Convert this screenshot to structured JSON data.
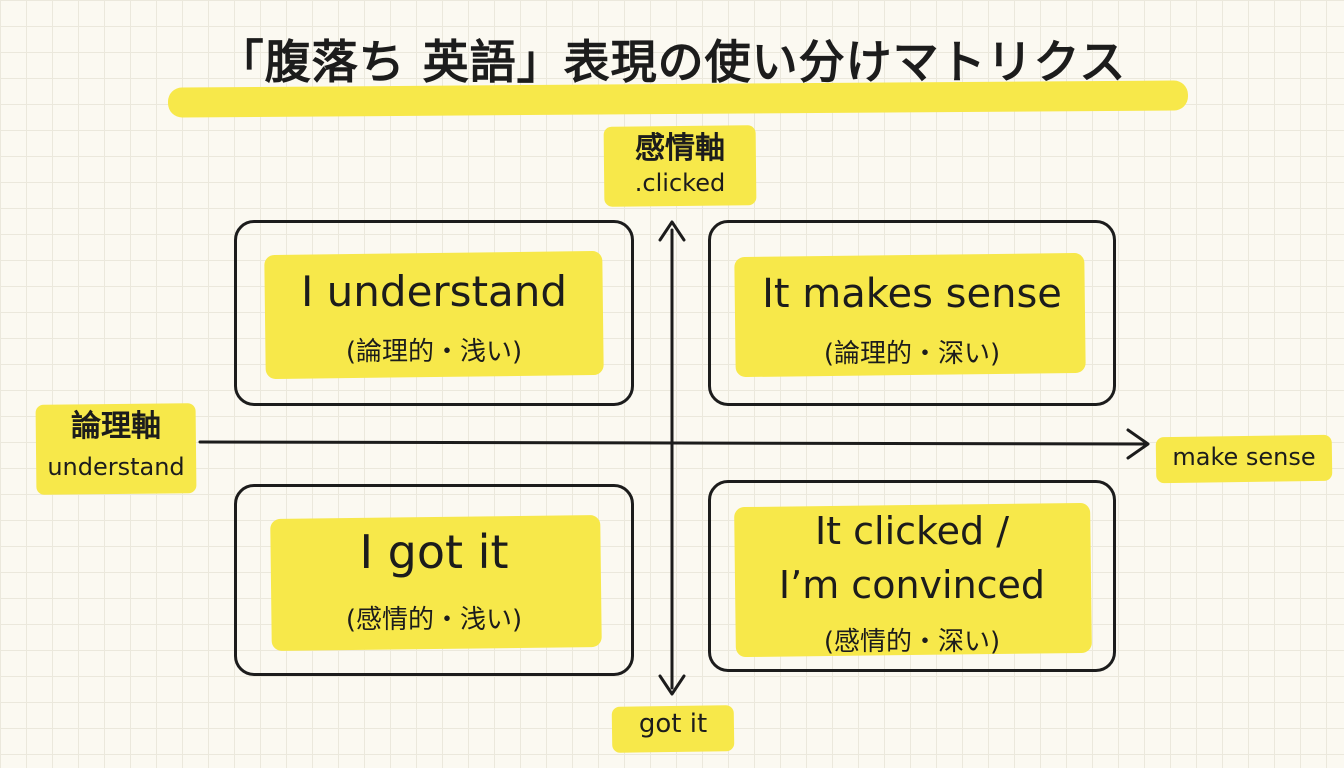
{
  "title": "「腹落ち 英語」表現の使い分けマトリクス",
  "axes": {
    "vertical_label": "感情軸",
    "vertical_sub": ".clicked",
    "horizontal_label": "論理軸",
    "horizontal_sub": "understand",
    "right_end": "make sense",
    "bottom_end": "got it"
  },
  "quadrants": {
    "top_left": {
      "phrase": "I understand",
      "note": "(論理的・浅い)"
    },
    "top_right": {
      "phrase": "It makes sense",
      "note": "(論理的・深い)"
    },
    "bottom_left": {
      "phrase": "I got it",
      "note": "(感情的・浅い)"
    },
    "bottom_right": {
      "phrase_line1": "It clicked /",
      "phrase_line2": "I’m convinced",
      "note": "(感情的・深い)"
    }
  },
  "colors": {
    "highlight": "#f7e84a",
    "ink": "#1c1c1c",
    "paper": "#fbf9f1",
    "grid": "#ebe8dc"
  }
}
